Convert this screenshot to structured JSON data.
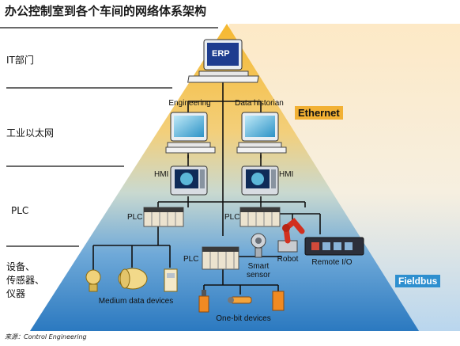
{
  "title": "办公控制室到各个车间的网络体系架构",
  "levels": [
    "IT部门",
    "工业以太网",
    "PLC",
    "设备、",
    "传感器、",
    "仪器"
  ],
  "tags": {
    "ethernet": "Ethernet",
    "fieldbus": "Fieldbus"
  },
  "nodes": {
    "erp": "ERP",
    "engineering": "Engineering",
    "data_historian": "Data historian",
    "hmi": "HMI",
    "plc": "PLC",
    "smart_sensor_1": "Smart",
    "smart_sensor_2": "sensor",
    "robot": "Robot",
    "remote_io": "Remote I/O",
    "medium_devices": "Medium data devices",
    "one_bit_devices": "One-bit devices"
  },
  "source": "来源：Control Engineering",
  "colors": {
    "ethernet_tag": "#f2b134",
    "fieldbus_tag": "#2e8fcf",
    "pyramid_top": "#f6c33a",
    "pyramid_bottom": "#2f7fc4"
  }
}
